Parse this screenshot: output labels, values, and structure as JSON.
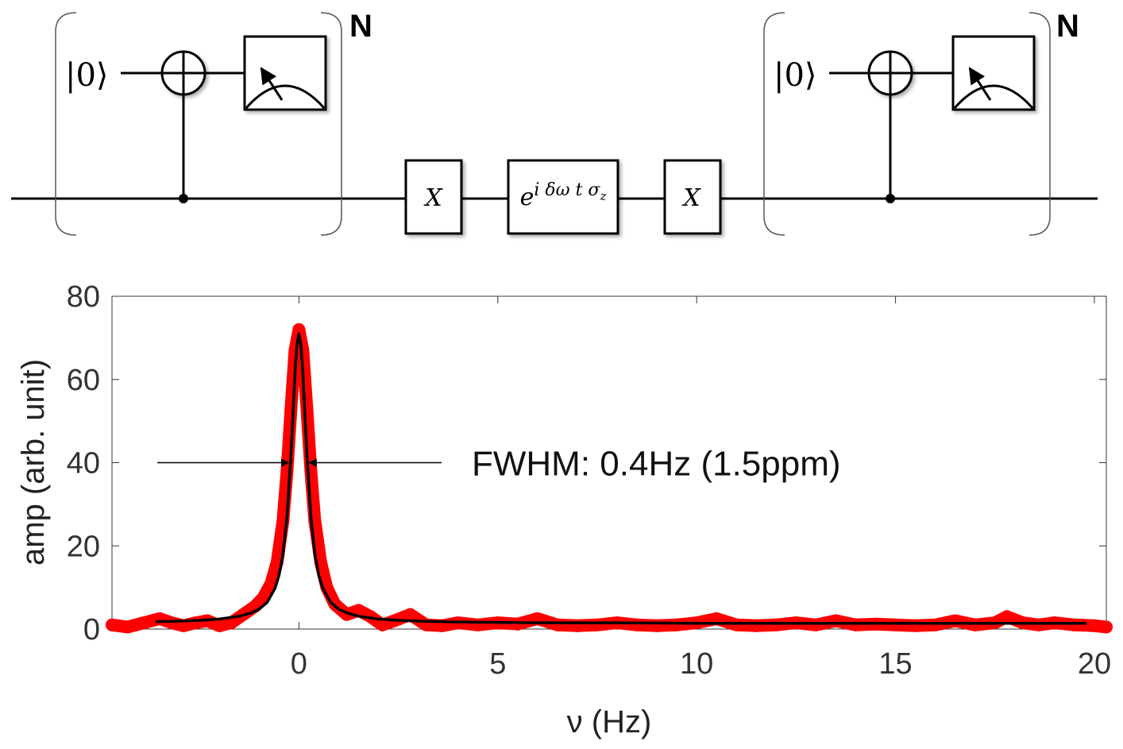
{
  "circuit": {
    "left_block": {
      "ket": "|0⟩",
      "repeat_label": "N"
    },
    "right_block": {
      "ket": "|0⟩",
      "repeat_label": "N"
    },
    "gate_x_1": "X",
    "phase_gate": {
      "base": "e",
      "exponent": "i δω t σ",
      "exponent_sub": "z"
    },
    "gate_x_2": "X"
  },
  "chart_data": {
    "type": "line",
    "title": "",
    "xlabel": "ν (Hz)",
    "ylabel": "amp (arb. unit)",
    "xlim": [
      -4.7,
      20.3
    ],
    "ylim": [
      0,
      80
    ],
    "xticks": [
      0,
      5,
      10,
      15,
      20
    ],
    "yticks": [
      0,
      20,
      40,
      60,
      80
    ],
    "grid": false,
    "series": [
      {
        "kind": "data-points",
        "color": "#ff0000",
        "x": [
          -4.7,
          -4.3,
          -3.9,
          -3.5,
          -3.2,
          -2.9,
          -2.6,
          -2.3,
          -2.0,
          -1.7,
          -1.4,
          -1.1,
          -0.9,
          -0.7,
          -0.55,
          -0.4,
          -0.3,
          -0.2,
          -0.1,
          0.0,
          0.1,
          0.2,
          0.3,
          0.4,
          0.55,
          0.7,
          0.9,
          1.2,
          1.5,
          1.8,
          2.1,
          2.4,
          2.8,
          3.2,
          3.6,
          4.0,
          4.5,
          5.0,
          5.5,
          6.0,
          6.5,
          7.0,
          7.5,
          8.0,
          8.5,
          9.0,
          9.5,
          10.0,
          10.5,
          11.0,
          11.5,
          12.0,
          12.5,
          13.0,
          13.5,
          14.0,
          14.5,
          15.0,
          15.5,
          16.0,
          16.5,
          17.0,
          17.5,
          17.8,
          18.2,
          18.6,
          19.0,
          19.5,
          20.0,
          20.3
        ],
        "y": [
          1.0,
          0.5,
          1.5,
          2.5,
          1.5,
          0.8,
          1.5,
          2.0,
          0.8,
          1.5,
          3.5,
          5.5,
          7.5,
          11.0,
          16.0,
          26.0,
          38.0,
          53.0,
          67.0,
          72.0,
          67.0,
          53.0,
          38.0,
          26.0,
          16.0,
          10.0,
          6.0,
          3.5,
          4.5,
          3.0,
          1.0,
          2.0,
          3.5,
          1.0,
          0.8,
          1.5,
          1.0,
          1.5,
          1.2,
          2.5,
          1.0,
          0.8,
          1.0,
          1.5,
          1.0,
          0.8,
          1.0,
          1.5,
          2.5,
          1.0,
          0.8,
          1.0,
          1.5,
          1.0,
          2.0,
          1.0,
          1.2,
          1.0,
          0.8,
          1.0,
          2.0,
          1.0,
          1.5,
          3.0,
          1.5,
          1.0,
          1.5,
          1.0,
          0.8,
          0.5
        ]
      },
      {
        "kind": "fit",
        "color": "#000000",
        "x": [
          -3.6,
          -3.0,
          -2.5,
          -2.0,
          -1.5,
          -1.2,
          -1.0,
          -0.8,
          -0.6,
          -0.5,
          -0.4,
          -0.3,
          -0.2,
          -0.15,
          -0.1,
          -0.05,
          0.0,
          0.05,
          0.1,
          0.15,
          0.2,
          0.3,
          0.4,
          0.5,
          0.6,
          0.8,
          1.0,
          1.2,
          1.5,
          2.0,
          2.5,
          3.0,
          4.0,
          5.0,
          6.0,
          8.0,
          10.0,
          12.0,
          14.0,
          16.0,
          18.0,
          19.8
        ],
        "y": [
          1.8,
          1.9,
          2.1,
          2.4,
          3.1,
          3.9,
          4.8,
          6.4,
          9.8,
          12.9,
          18.0,
          27.0,
          42.0,
          51.7,
          61.5,
          68.2,
          71.0,
          68.2,
          61.5,
          51.7,
          42.0,
          27.0,
          18.0,
          12.9,
          9.8,
          6.4,
          4.8,
          3.9,
          3.1,
          2.4,
          2.1,
          1.9,
          1.7,
          1.6,
          1.5,
          1.5,
          1.4,
          1.4,
          1.4,
          1.4,
          1.4,
          1.4
        ]
      }
    ],
    "annotations": [
      {
        "text": "FWHM: 0.4Hz (1.5ppm)",
        "y": 40,
        "x_from": -0.2,
        "x_to": 0.2
      }
    ]
  }
}
